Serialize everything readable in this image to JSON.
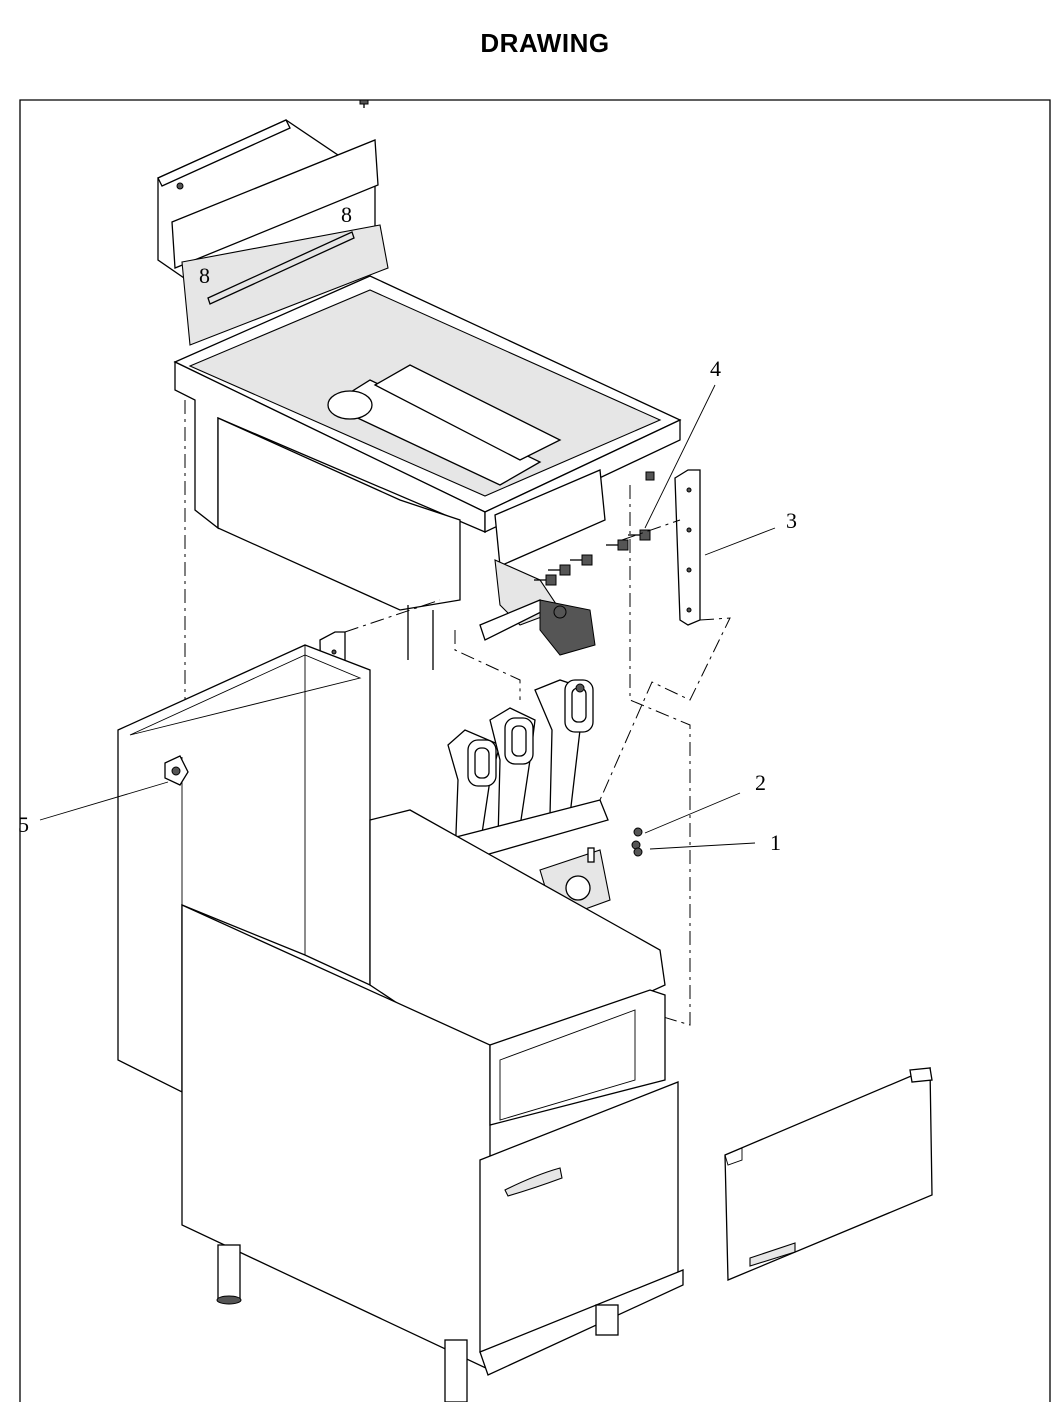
{
  "page": {
    "title": "DRAWING"
  },
  "callouts": [
    {
      "label": "1"
    },
    {
      "label": "2"
    },
    {
      "label": "3"
    },
    {
      "label": "4"
    },
    {
      "label": "5"
    }
  ]
}
